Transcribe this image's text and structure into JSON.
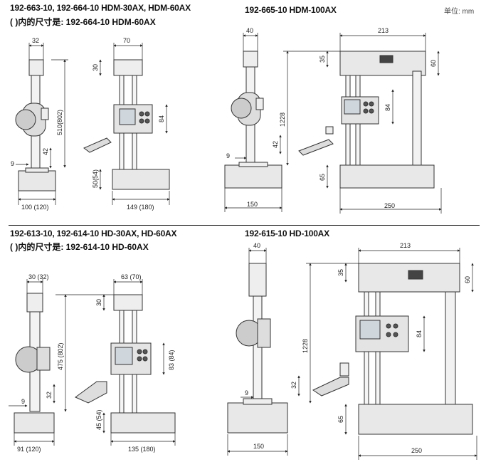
{
  "unit_label": "单位: mm",
  "sections": {
    "hdm_s": {
      "title": "192-663-10, 192-664-10   HDM-30AX, HDM-60AX",
      "note": "(    )内的尺寸是: 192-664-10    HDM-60AX"
    },
    "hdm_l": {
      "title": "192-665-10    HDM-100AX"
    },
    "hd_s": {
      "title": "192-613-10, 192-614-10   HD-30AX, HD-60AX",
      "note": "(    )内的尺寸是: 192-614-10    HD-60AX"
    },
    "hd_l": {
      "title": "192-615-10    HD-100AX"
    }
  },
  "dims": {
    "tl": {
      "w32": "32",
      "h510": "510(802)",
      "h42": "42",
      "h9": "9",
      "w100": "100 (120)",
      "w70": "70",
      "h30": "30",
      "h84": "84",
      "h50": "50(54)",
      "w149": "149 (180)"
    },
    "tr": {
      "w40": "40",
      "w213": "213",
      "h35": "35",
      "h60": "60",
      "h1228": "1228",
      "h84": "84",
      "h42": "42",
      "h9": "9",
      "h65": "65",
      "w150": "150",
      "w250": "250"
    },
    "bl": {
      "w30": "30 (32)",
      "h475": "475 (802)",
      "h32": "32",
      "h9": "9",
      "w91": "91 (120)",
      "w63": "63 (70)",
      "h30": "30",
      "h83": "83 (84)",
      "h45": "45 (54)",
      "w135": "135 (180)"
    },
    "br": {
      "w40": "40",
      "w213": "213",
      "h35": "35",
      "h60": "60",
      "h1228": "1228",
      "h84": "84",
      "h32": "32",
      "h9": "9",
      "h65": "65",
      "w150": "150",
      "w250": "250"
    }
  },
  "icons": {
    "brand_mark": "mitutoyo-logo-icon",
    "keypad": "keypad-icon"
  }
}
